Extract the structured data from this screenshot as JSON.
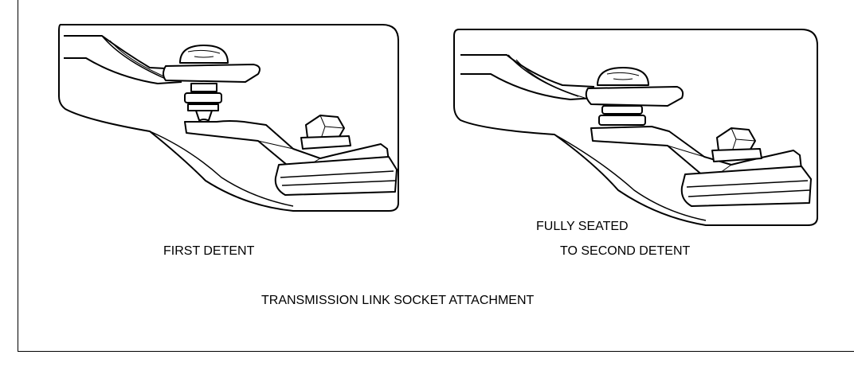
{
  "diagram": {
    "panels": [
      {
        "caption": "FIRST DETENT"
      },
      {
        "caption_line1": "FULLY SEATED",
        "caption_line2": "TO SECOND DETENT"
      }
    ],
    "caption": "TRANSMISSION LINK SOCKET ATTACHMENT"
  }
}
